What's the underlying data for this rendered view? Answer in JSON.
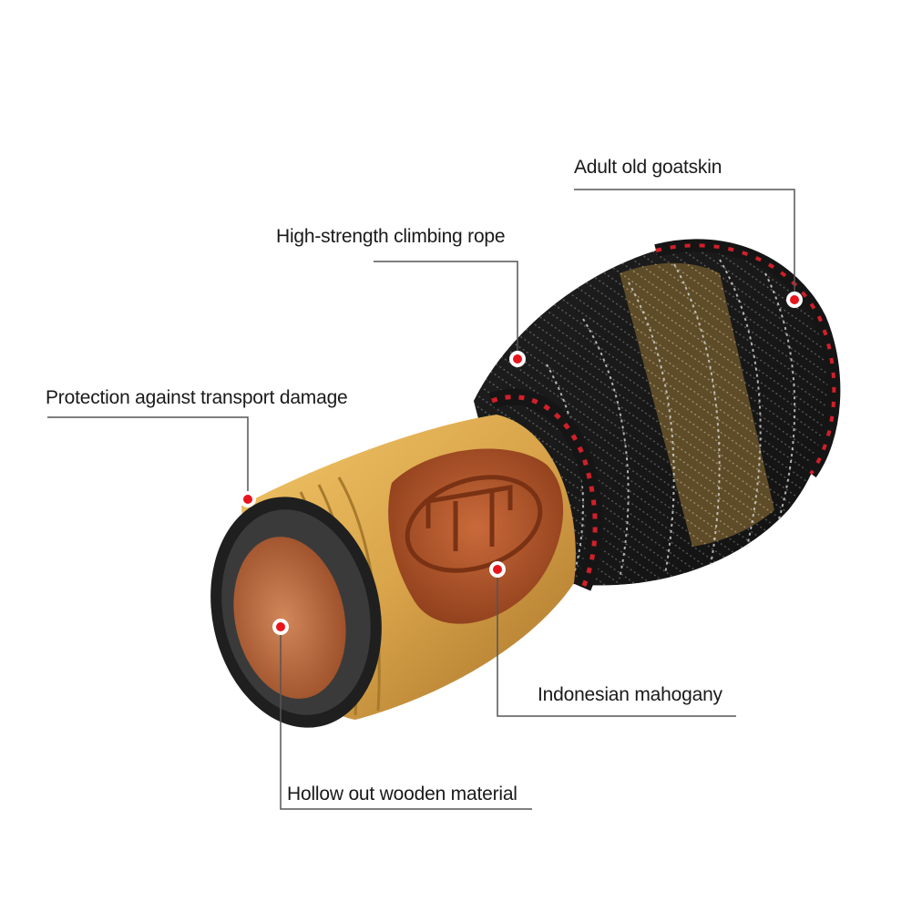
{
  "callouts": {
    "goatskin": "Adult old goatskin",
    "rope": "High-strength climbing rope",
    "protection": "Protection against transport damage",
    "mahogany": "Indonesian mahogany",
    "hollow": "Hollow out wooden material"
  },
  "colors": {
    "leader_line": "#555555",
    "marker_dot": "#e8141c",
    "marker_ring": "#ffffff",
    "wood_light": "#d9a94a",
    "wood_dark": "#b8552a",
    "rope_black": "#151515",
    "rim_black": "#202020"
  }
}
